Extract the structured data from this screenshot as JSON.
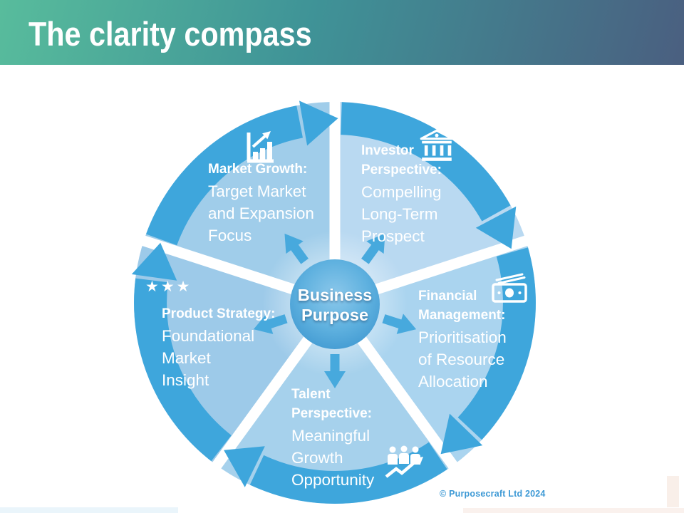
{
  "slide": {
    "title": "The clarity compass",
    "copyright": "© Purposecraft Ltd 2024"
  },
  "hub": {
    "label_lines": [
      "Business",
      "Purpose"
    ]
  },
  "segments": [
    {
      "id": "market-growth",
      "icon": "bar-chart-growth-icon",
      "heading_lines": [
        "Market Growth:"
      ],
      "body_lines": [
        "Target Market",
        "and Expansion",
        "Focus"
      ],
      "fill": "#A0CDEA"
    },
    {
      "id": "investor-perspective",
      "icon": "bank-icon",
      "heading_lines": [
        "Investor",
        "Perspective:"
      ],
      "body_lines": [
        "Compelling",
        "Long-Term",
        "Prospect"
      ],
      "fill": "#B9D9F1"
    },
    {
      "id": "financial-management",
      "icon": "banknote-icon",
      "heading_lines": [
        "Financial",
        "Management:"
      ],
      "body_lines": [
        "Prioritisation",
        "of Resource",
        "Allocation"
      ],
      "fill": "#AAD4EF"
    },
    {
      "id": "talent-perspective",
      "icon": "team-growth-icon",
      "heading_lines": [
        "Talent",
        "Perspective:"
      ],
      "body_lines": [
        "Meaningful",
        "Growth",
        "Opportunity"
      ],
      "fill": "#A6D1EC"
    },
    {
      "id": "product-strategy",
      "icon": "three-stars-icon",
      "heading_lines": [
        "Product Strategy:"
      ],
      "body_lines": [
        "Foundational",
        "Market",
        "Insight"
      ],
      "stars_glyph": "★★★",
      "fill": "#9DCAE9"
    }
  ],
  "colors": {
    "rim_arrow": "#3EA6DC",
    "hub_arrow": "#47A9DD",
    "header_gradient_left": "#58BC9C",
    "header_gradient_mid": "#3F9397",
    "header_gradient_right": "#4A5F80",
    "copyright_text": "#3D99D5",
    "text": "#FFFFFF"
  }
}
